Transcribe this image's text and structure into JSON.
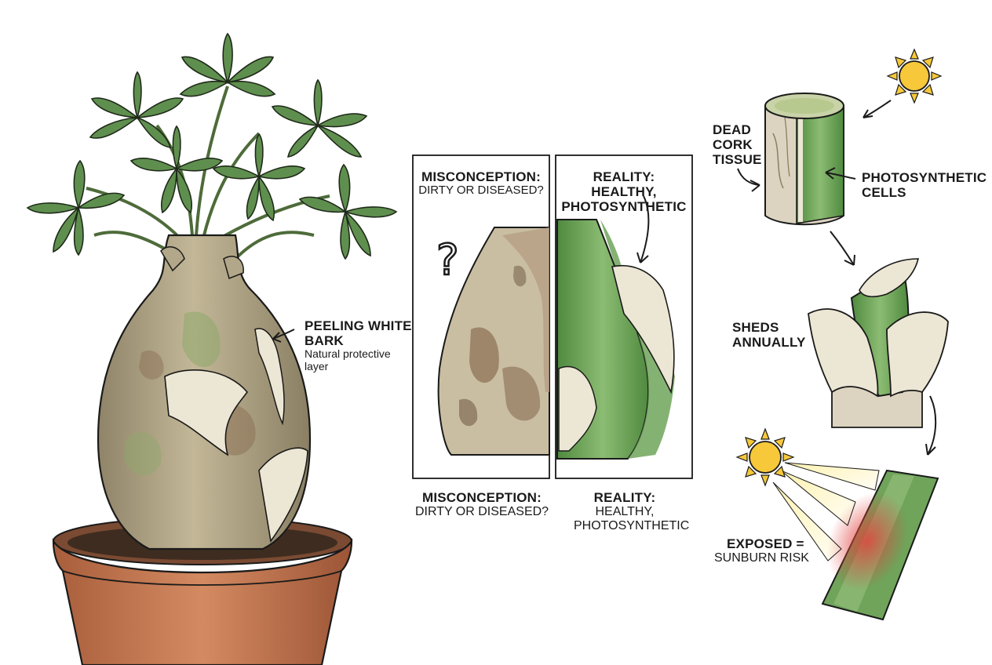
{
  "plant": {
    "label_title": "PEELING WHITE BARK",
    "label_desc": "Natural protective layer"
  },
  "panels": {
    "misconception": {
      "title": "MISCONCEPTION:",
      "subtitle": "DIRTY OR DISEASED?"
    },
    "reality": {
      "title": "REALITY:",
      "subtitle": "HEALTHY, PHOTOSYNTHETIC"
    },
    "question_symbol": "?"
  },
  "captions": {
    "misconception": {
      "title": "MISCONCEPTION:",
      "subtitle": "DIRTY OR DISEASED?"
    },
    "reality": {
      "title": "REALITY:",
      "subtitle": "HEALTHY, PHOTOSYNTHETIC"
    }
  },
  "cross_section": {
    "dead_cork": "DEAD CORK TISSUE",
    "photosynthetic": "PHOTOSYNTHETIC CELLS"
  },
  "shedding": {
    "label": "SHEDS ANNUALLY"
  },
  "exposure": {
    "title": "EXPOSED =",
    "subtitle": "SUNBURN RISK"
  },
  "colors": {
    "leaf": "#5f8f4e",
    "leaf_dark": "#3f6b35",
    "bark": "#b3a78a",
    "bark_light": "#e8e1cf",
    "green_tissue": "#6fa45a",
    "pot": "#c47a52",
    "sun": "#f6c83a",
    "burn": "#d9534f"
  }
}
